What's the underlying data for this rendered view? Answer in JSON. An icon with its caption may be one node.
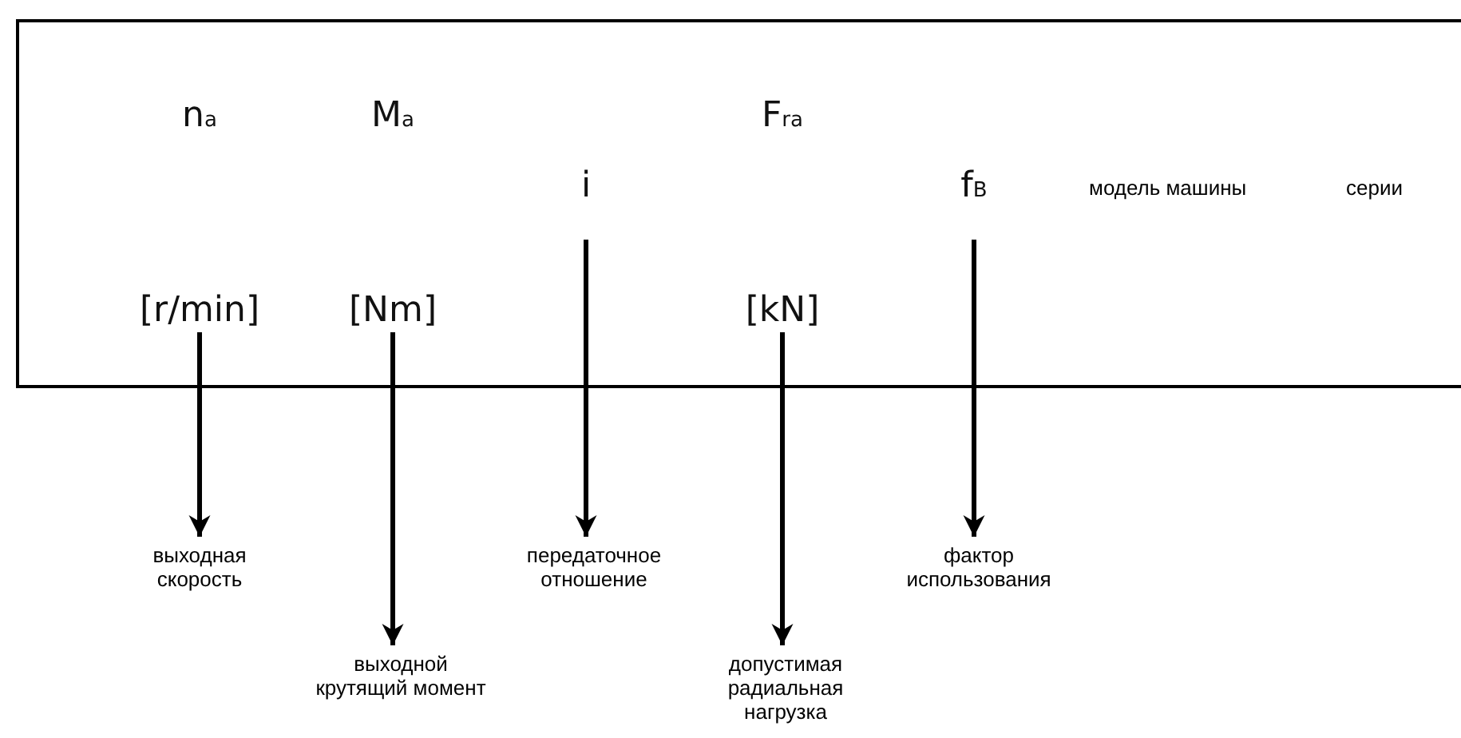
{
  "diagram": {
    "nodes": [
      {
        "text": [],
        "shape": "box"
      },
      {
        "text": [
          "n$_{a}$",
          "[r/min]"
        ],
        "in": 0
      },
      {
        "text": [
          "M$_{a}$",
          "[Nm]"
        ],
        "in": 0
      },
      {
        "text": [
          "i"
        ],
        "in": 0
      },
      {
        "text": [
          "F$_{ra}$",
          "[kN]"
        ],
        "in": 0
      },
      {
        "text": [
          "f$_{B}$"
        ],
        "in": 0
      },
      {
        "text": [
          "выходная скорость"
        ]
      },
      {
        "text": [
          "выходной крутящий момент"
        ]
      },
      {
        "text": [
          "передаточное отношение"
        ]
      },
      {
        "text": [
          "допустимая радиальная нагрузка"
        ]
      },
      {
        "text": [
          "фактор использования"
        ]
      }
    ],
    "edges": [
      {
        "from": 1,
        "to": 6,
        "arrow": "to"
      },
      {
        "from": 2,
        "to": 7,
        "arrow": "to"
      },
      {
        "from": 3,
        "to": 8,
        "arrow": "to"
      },
      {
        "from": 4,
        "to": 9,
        "arrow": "to"
      },
      {
        "from": 5,
        "to": 10,
        "arrow": "to"
      }
    ],
    "labels": [
      "модель машины",
      "серии"
    ]
  }
}
